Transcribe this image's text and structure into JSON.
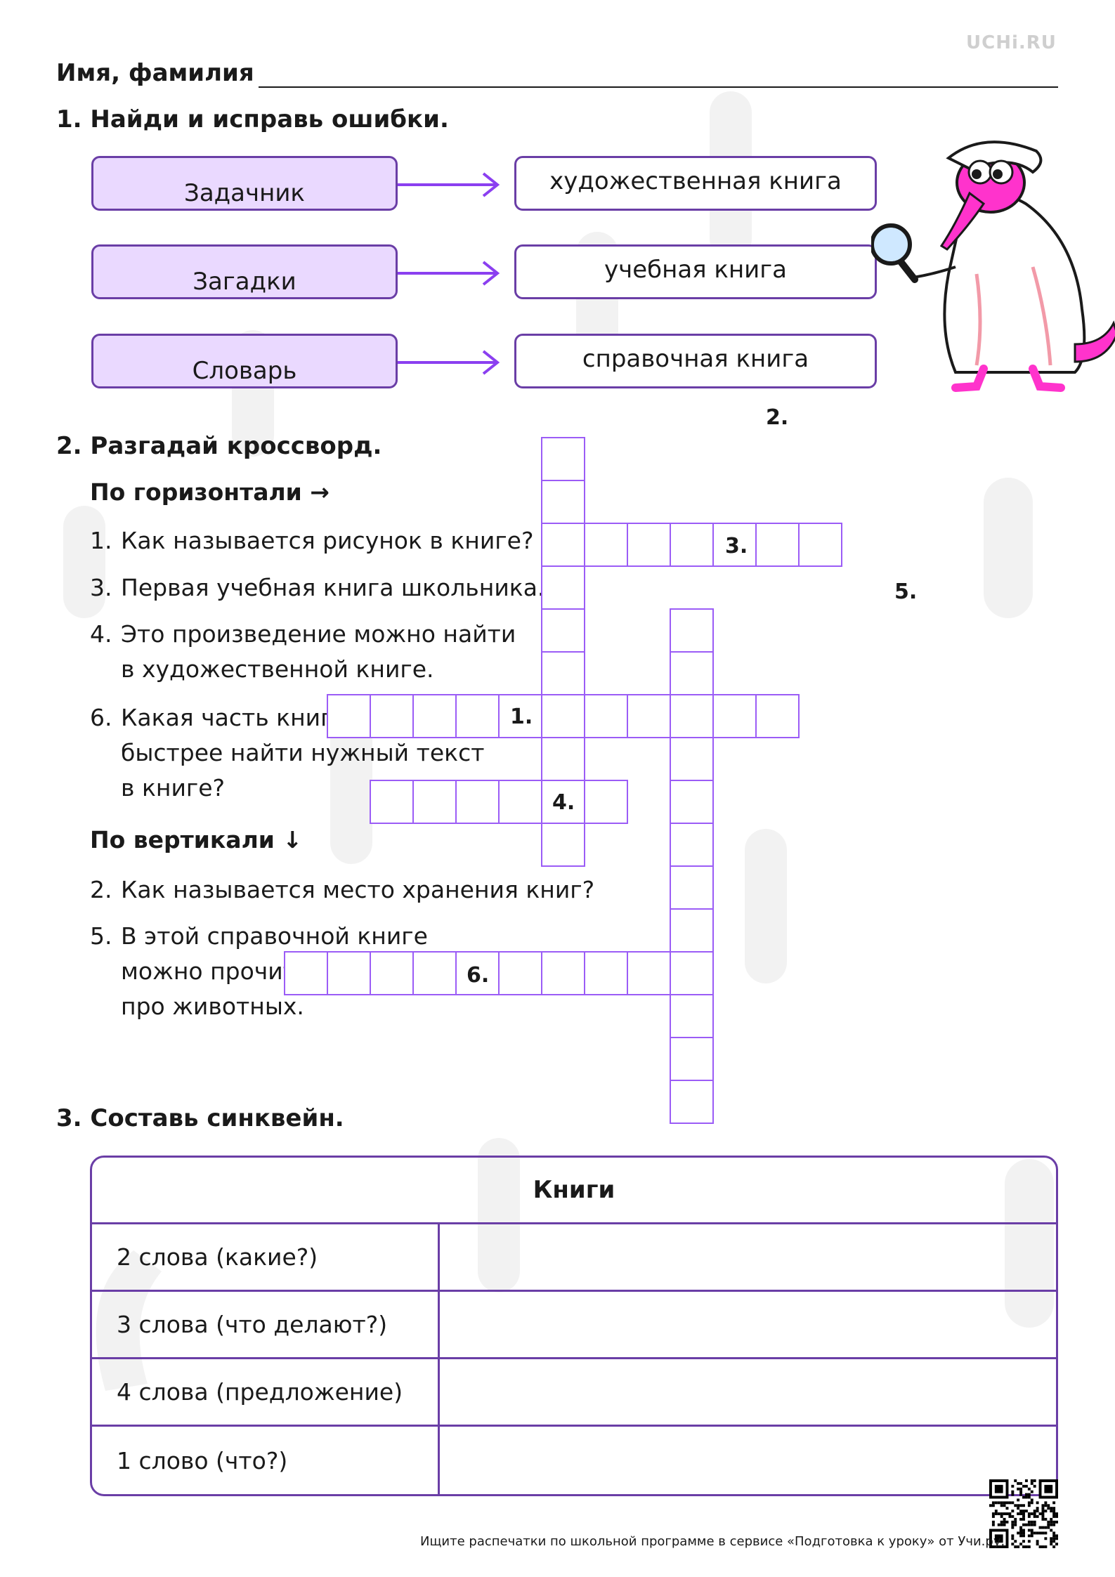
{
  "brand": "UCHi.RU",
  "name_label": "Имя, фамилия",
  "task1": {
    "heading": "1. Найди и исправь ошибки.",
    "left": [
      "Задачник",
      "Загадки",
      "Словарь"
    ],
    "right": [
      "художественная книга",
      "учебная книга",
      "справочная книга"
    ]
  },
  "task2": {
    "heading": "2. Разгадай кроссворд.",
    "horizontal_title": "По горизонтали →",
    "vertical_title": "По вертикали ↓",
    "horizontal": [
      {
        "num": "1.",
        "lines": [
          "Как называется рисунок в книге?"
        ]
      },
      {
        "num": "3.",
        "lines": [
          "Первая учебная книга школьника."
        ]
      },
      {
        "num": "4.",
        "lines": [
          "Это произведение можно найти",
          "в художественной книге."
        ]
      },
      {
        "num": "6.",
        "lines": [
          "Какая часть книги помогает",
          "быстрее найти нужный текст",
          "в книге?"
        ]
      }
    ],
    "vertical": [
      {
        "num": "2.",
        "lines": [
          "Как называется место хранения книг?"
        ]
      },
      {
        "num": "5.",
        "lines": [
          "В этой справочной книге",
          "можно прочитать",
          "про животных."
        ]
      }
    ],
    "grid_labels": [
      "1.",
      "2.",
      "3.",
      "4.",
      "5.",
      "6."
    ]
  },
  "task3": {
    "heading": "3. Составь синквейн.",
    "table_title": "Книги",
    "rows": [
      "2 слова (какие?)",
      "3 слова (что делают?)",
      "4 слова (предложение)",
      "1 слово (что?)"
    ]
  },
  "footer": "Ищите распечатки по школьной программе в сервисе «Подготовка к уроку» от Учи.ру.",
  "colors": {
    "accent": "#6a3ea6",
    "cell_border": "#9b5cf6",
    "box_fill": "#ead9ff",
    "arrow": "#8b3ff0",
    "mascot_pink": "#ff33cc"
  },
  "icons": [
    "mascot-detective-icon",
    "magnifier-icon",
    "qr-code-icon"
  ]
}
